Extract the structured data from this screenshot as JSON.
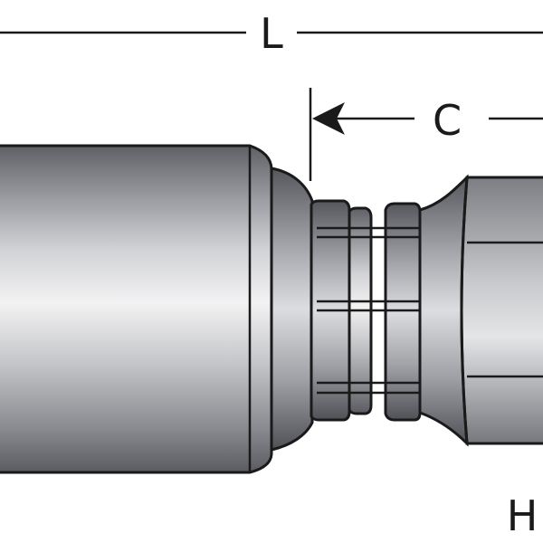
{
  "dimensions": {
    "length_label": "L",
    "cutoff_label": "C",
    "hex_label": "H"
  }
}
